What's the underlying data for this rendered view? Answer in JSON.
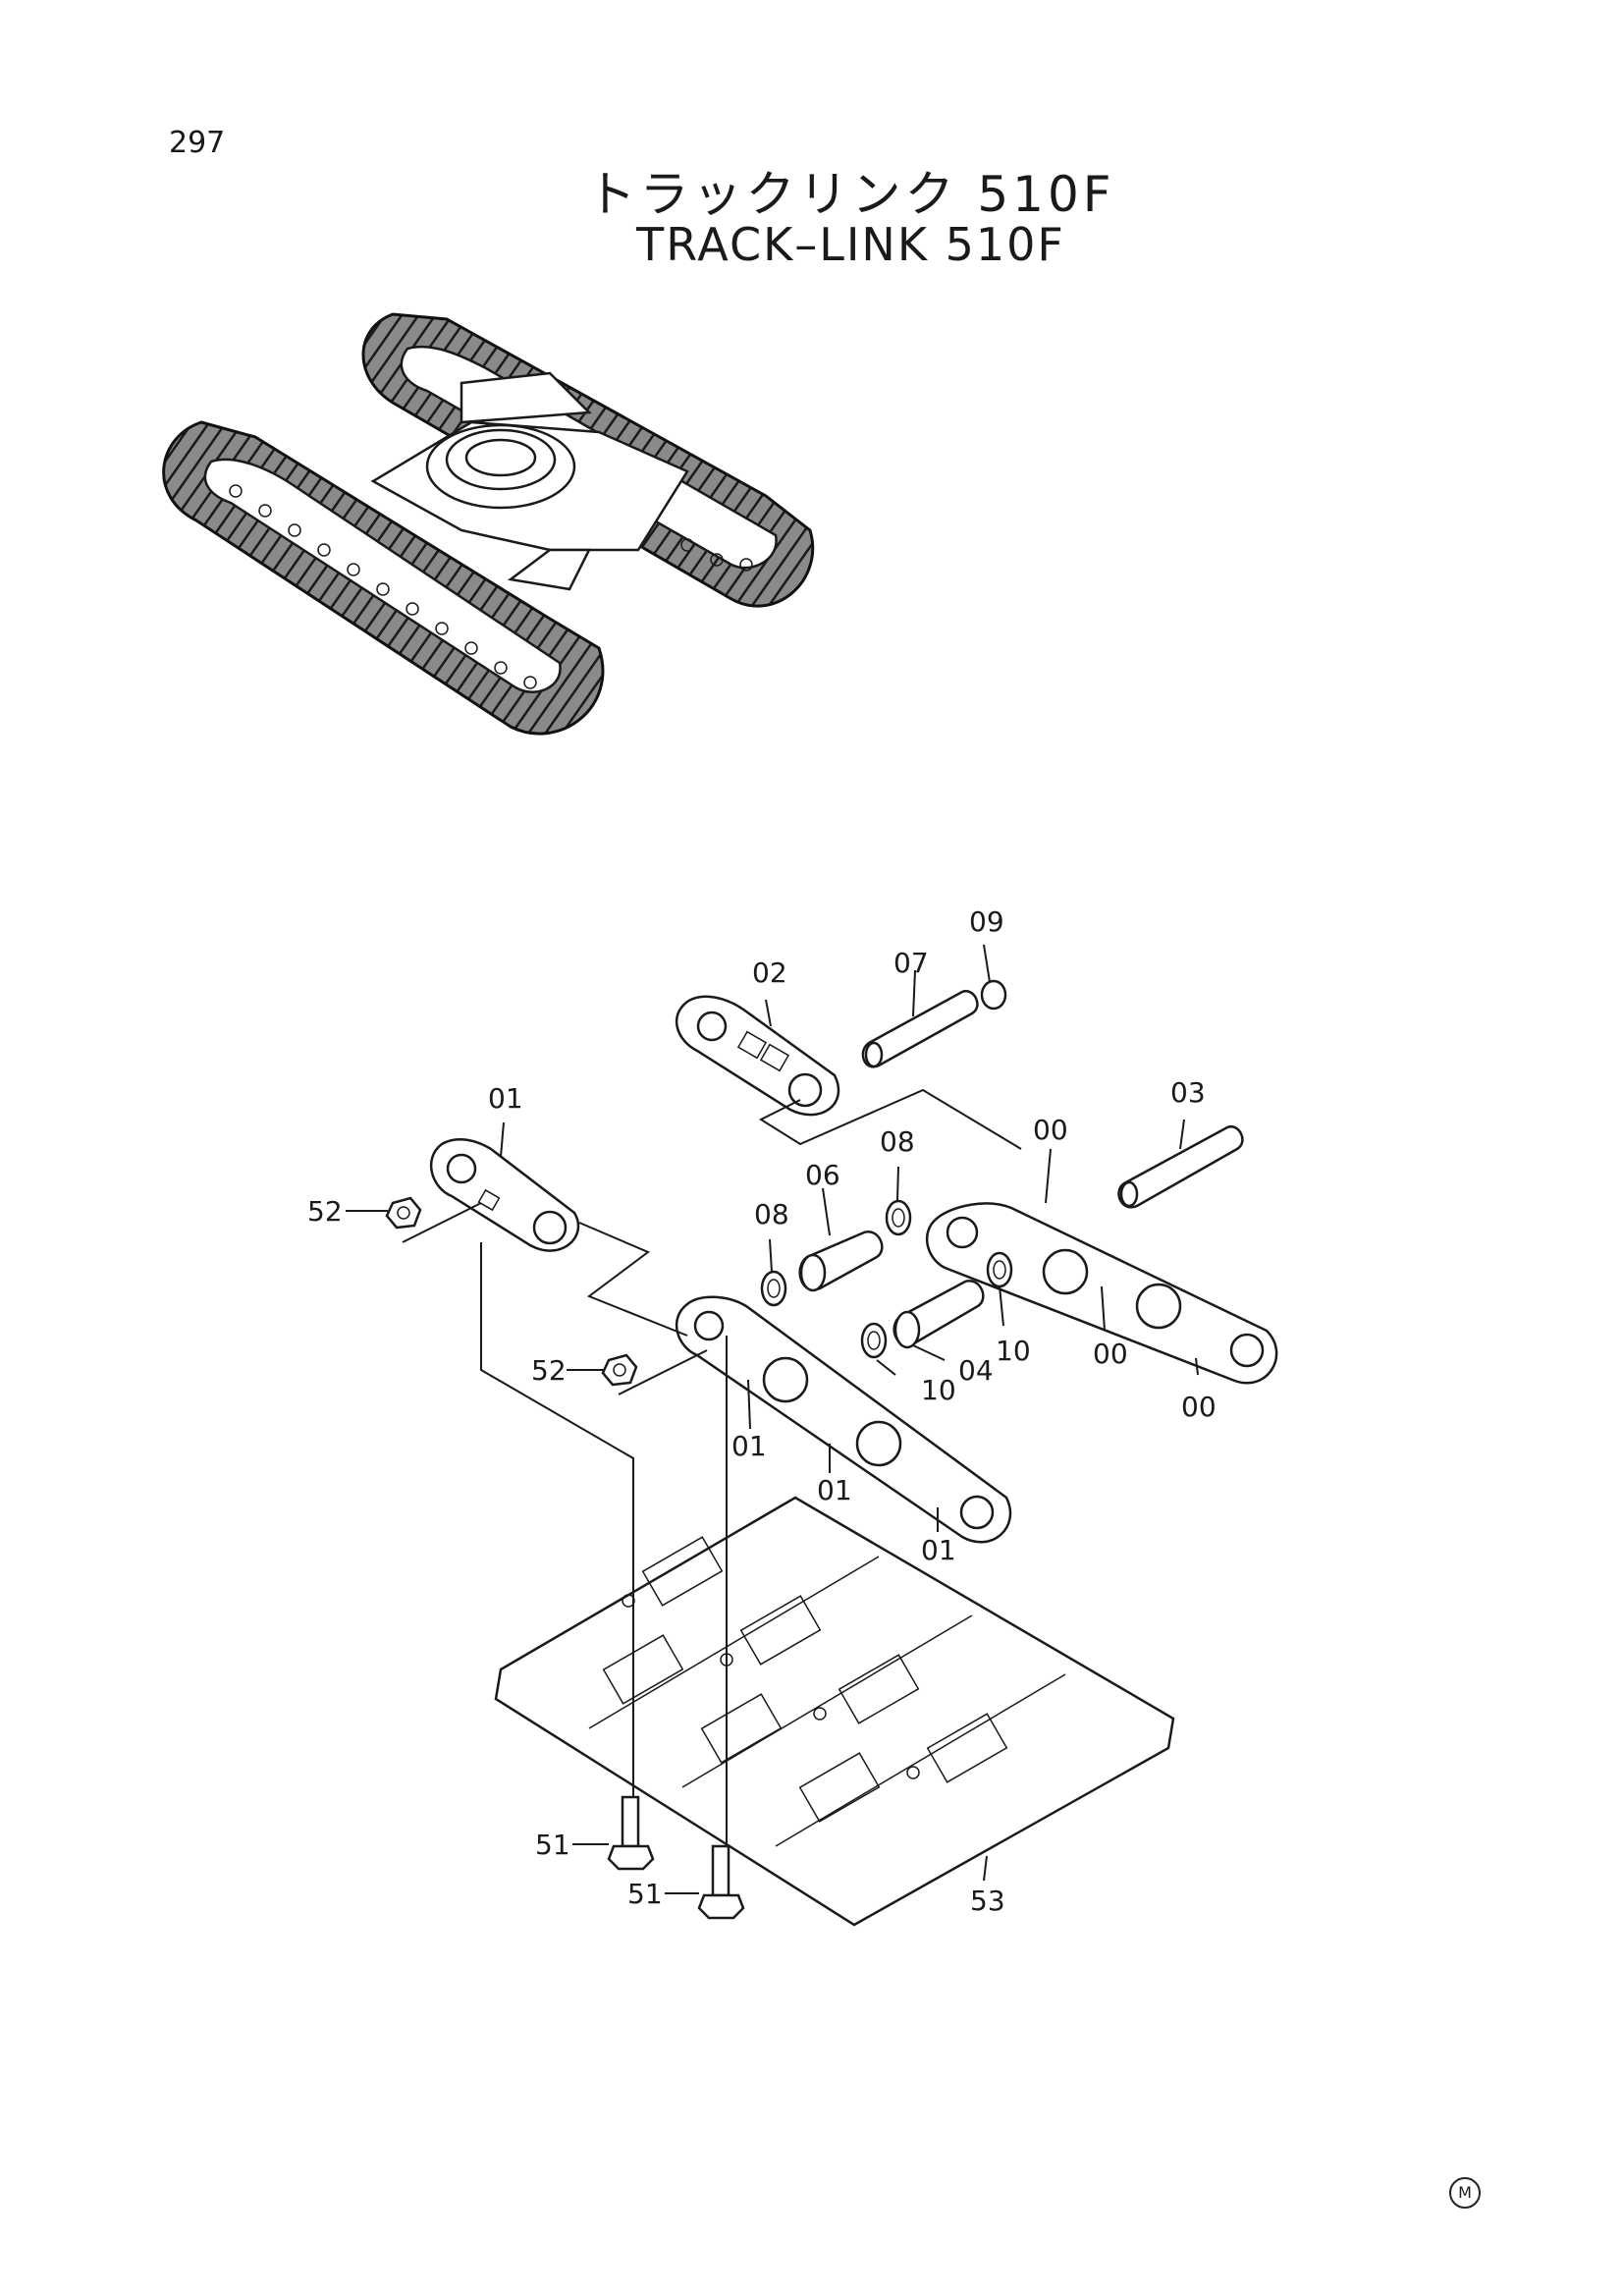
{
  "page": {
    "number": "297"
  },
  "title": {
    "jp": "トラックリンク 510F",
    "en": "TRACK–LINK 510F"
  },
  "callouts": {
    "c00a": "00",
    "c00b": "00",
    "c00c": "00",
    "c01a": "01",
    "c01b": "01",
    "c01c": "01",
    "c01d": "01",
    "c02": "02",
    "c03": "03",
    "c04": "04",
    "c06": "06",
    "c07": "07",
    "c08a": "08",
    "c08b": "08",
    "c09": "09",
    "c10a": "10",
    "c10b": "10",
    "c51a": "51",
    "c51b": "51",
    "c52a": "52",
    "c52b": "52",
    "c53": "53"
  },
  "footer": {
    "mark": "M"
  }
}
